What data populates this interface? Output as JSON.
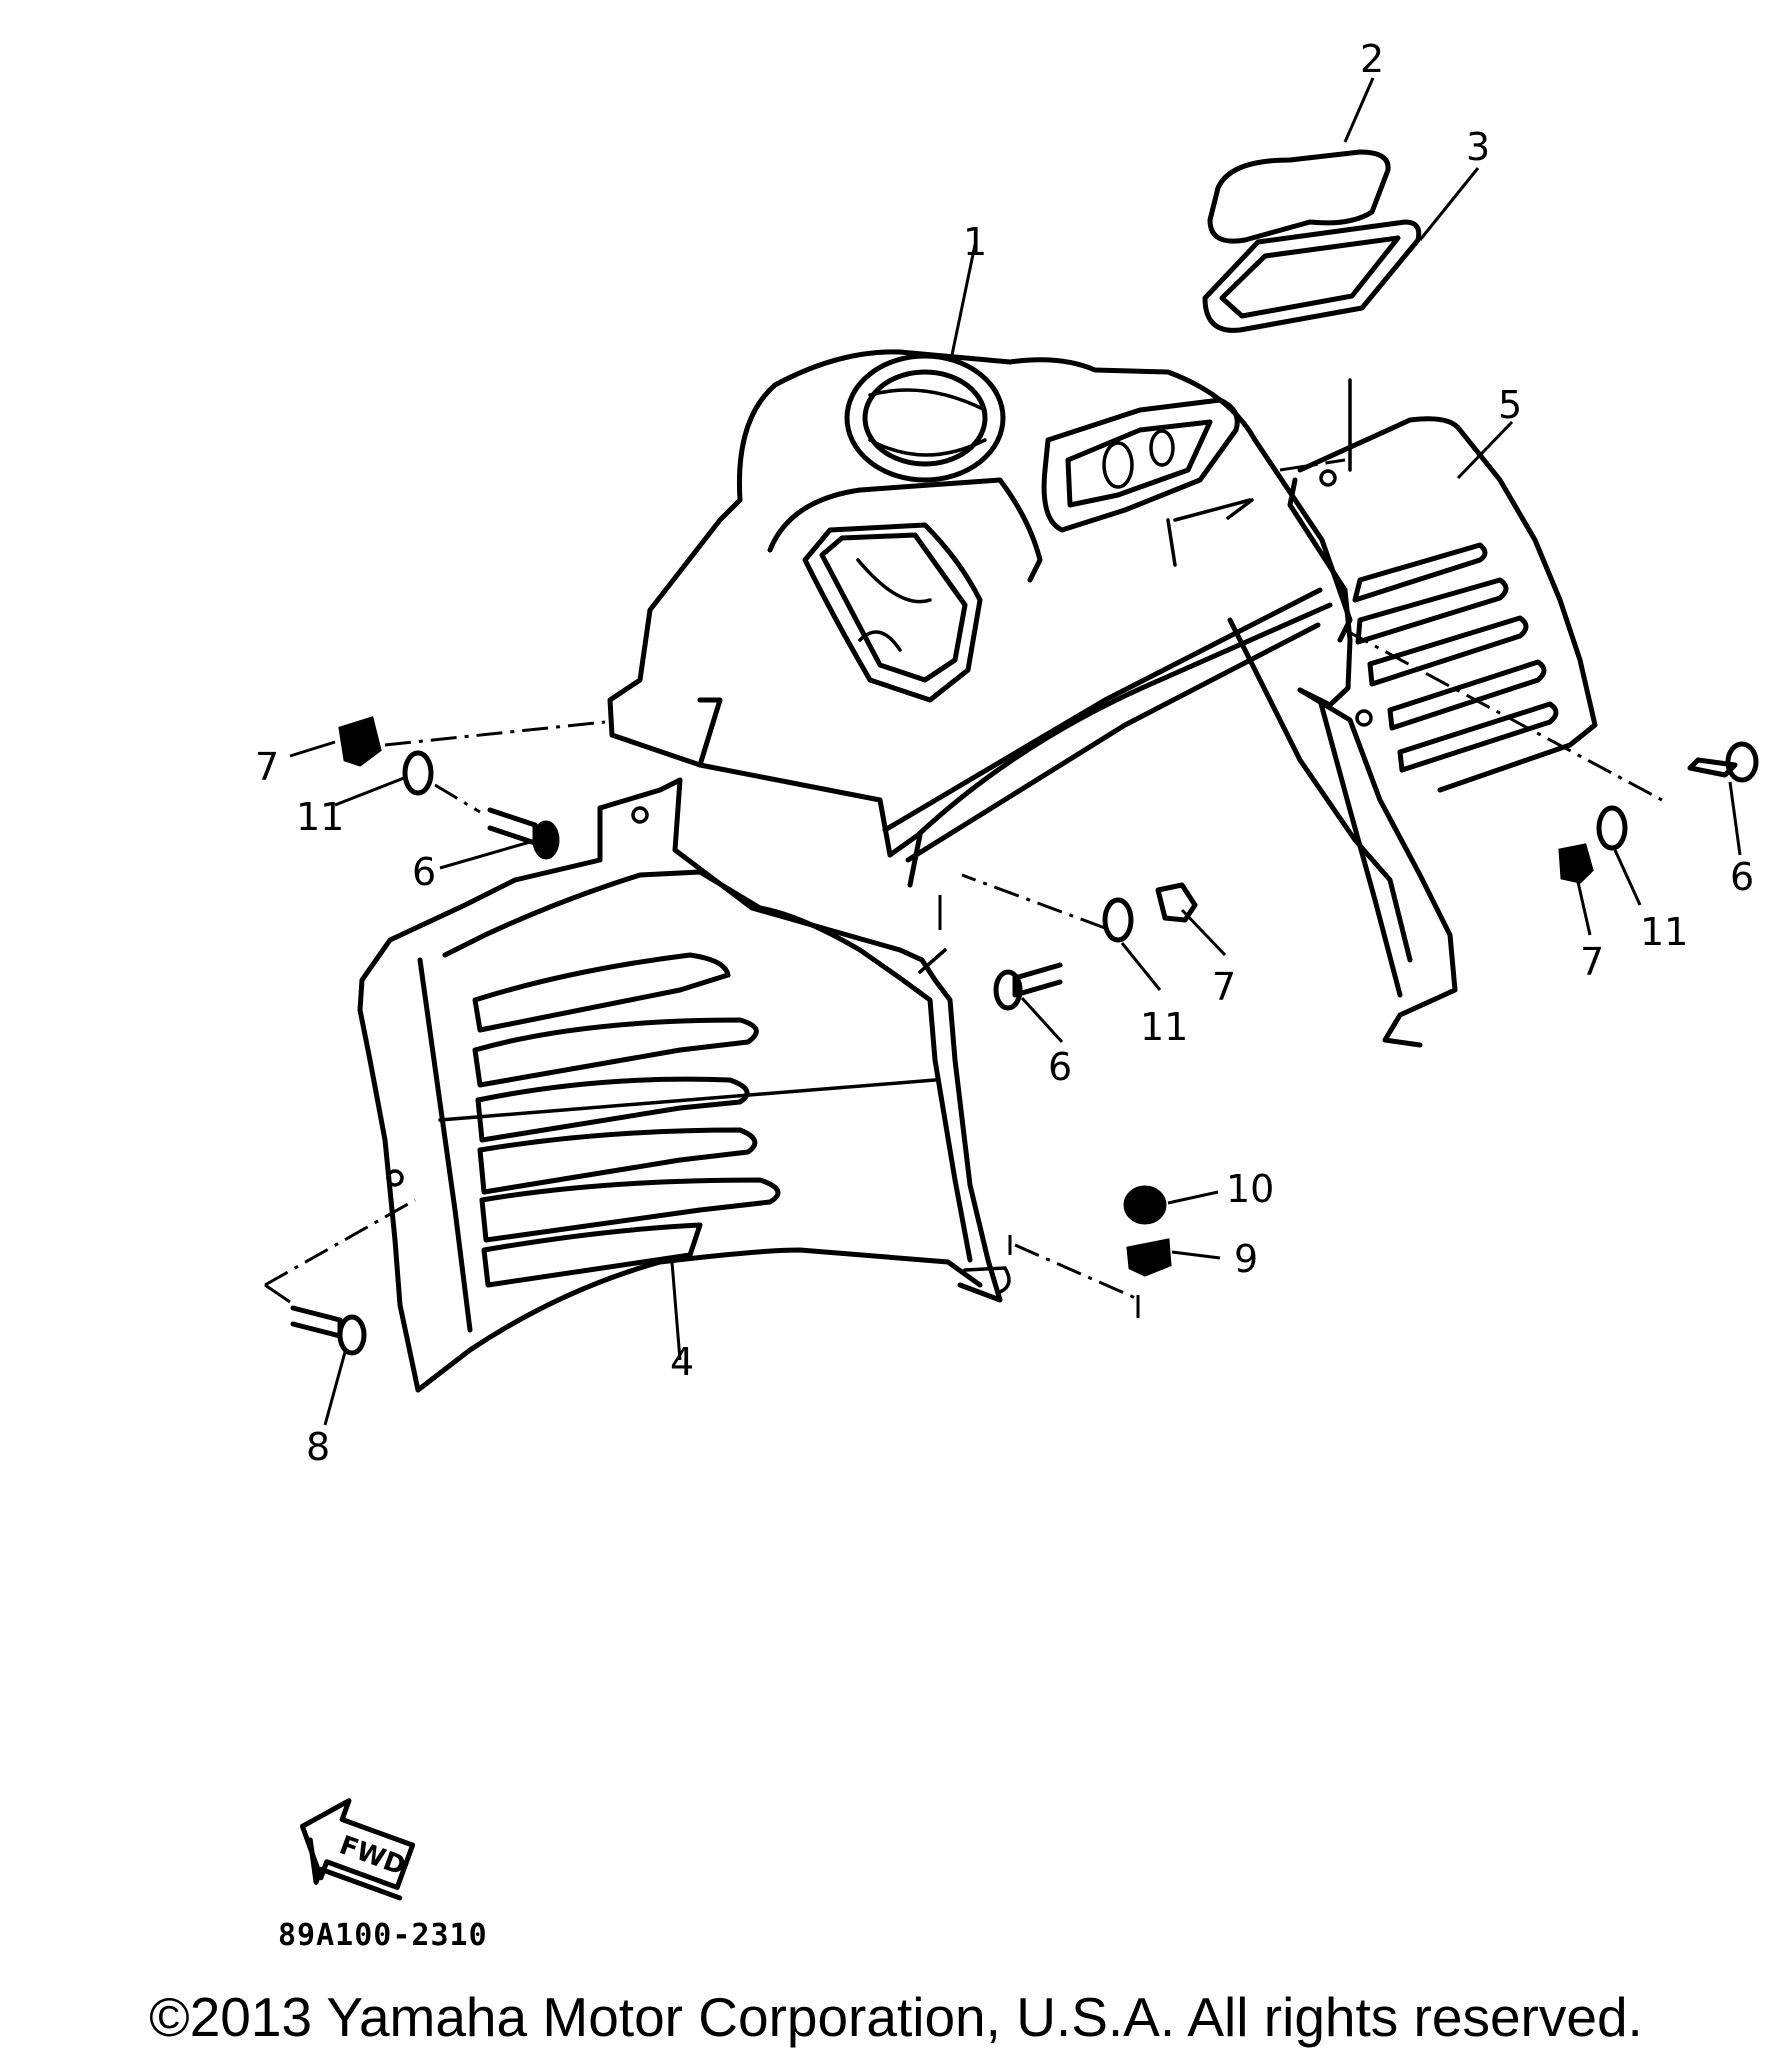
{
  "diagram": {
    "callouts": [
      "1",
      "2",
      "3",
      "4",
      "5",
      "6",
      "7",
      "8",
      "9",
      "10",
      "11"
    ],
    "fwd_label": "FWD",
    "drawing_number": "89A100-2310",
    "copyright": "©2013 Yamaha Motor Corporation, U.S.A. All rights reserved."
  }
}
